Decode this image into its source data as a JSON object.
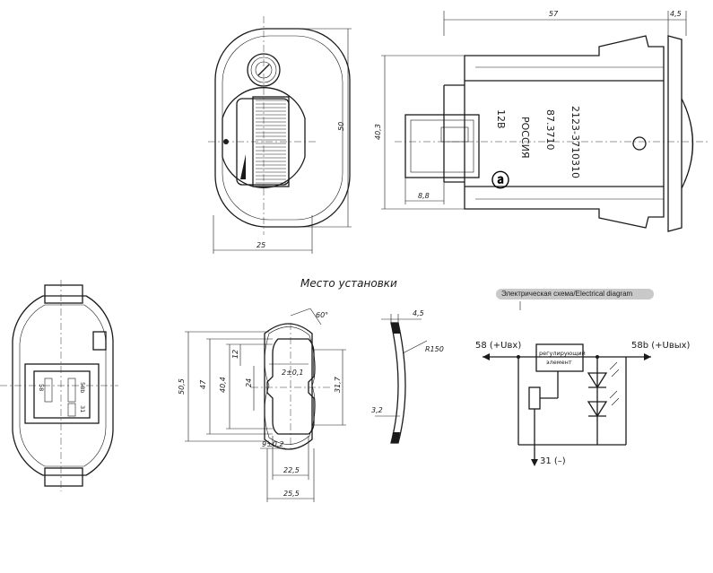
{
  "front": {
    "dim_height": "50",
    "dim_width": "25"
  },
  "side": {
    "dim_length": "57",
    "dim_cap": "4,5",
    "dim_height": "40,3",
    "dim_connector": "8,8",
    "marking": [
      "2123-3710310",
      "87.3710",
      "РОССИЯ",
      "12В"
    ]
  },
  "mount": {
    "title": "Место установки",
    "dim_outer_h": "50,5",
    "dim_h47": "47",
    "dim_h404": "40,4",
    "dim_12": "12",
    "dim_24": "24",
    "dim_2": "2±0,1",
    "dim_317": "31,7",
    "dim_9": "9±0,2",
    "dim_225": "22,5",
    "dim_255": "25,5",
    "dim_angle": "60°",
    "dim_thickness": "4,5",
    "dim_radius": "R150",
    "dim_32": "3,2"
  },
  "connector": {
    "pins": [
      "58",
      "58b",
      "31"
    ]
  },
  "circuit": {
    "title": "Электрическая схема/Electrical diagram",
    "input": "58 (+Uвх)",
    "output": "58b (+Uвых)",
    "ground": "31 (–)",
    "regulator_line1": "регулирующий",
    "regulator_line2": "элемент"
  }
}
